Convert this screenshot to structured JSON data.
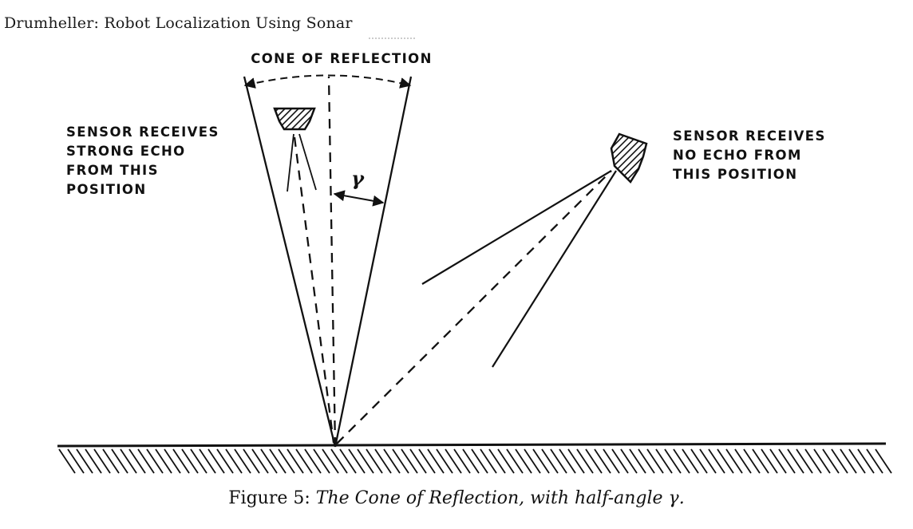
{
  "header": {
    "running_head": "Drumheller: Robot Localization Using Sonar"
  },
  "figure": {
    "cone_label": "CONE OF REFLECTION",
    "angle_symbol": "γ",
    "strong_echo_label": [
      "SENSOR RECEIVES",
      "STRONG ECHO",
      "FROM THIS",
      "POSITION"
    ],
    "no_echo_label": [
      "SENSOR RECEIVES",
      "NO ECHO FROM",
      "THIS POSITION"
    ]
  },
  "caption": {
    "label": "Figure 5:",
    "text": "The Cone of Reflection, with half-angle γ."
  },
  "colors": {
    "ink": "#111111",
    "paper": "#ffffff"
  }
}
